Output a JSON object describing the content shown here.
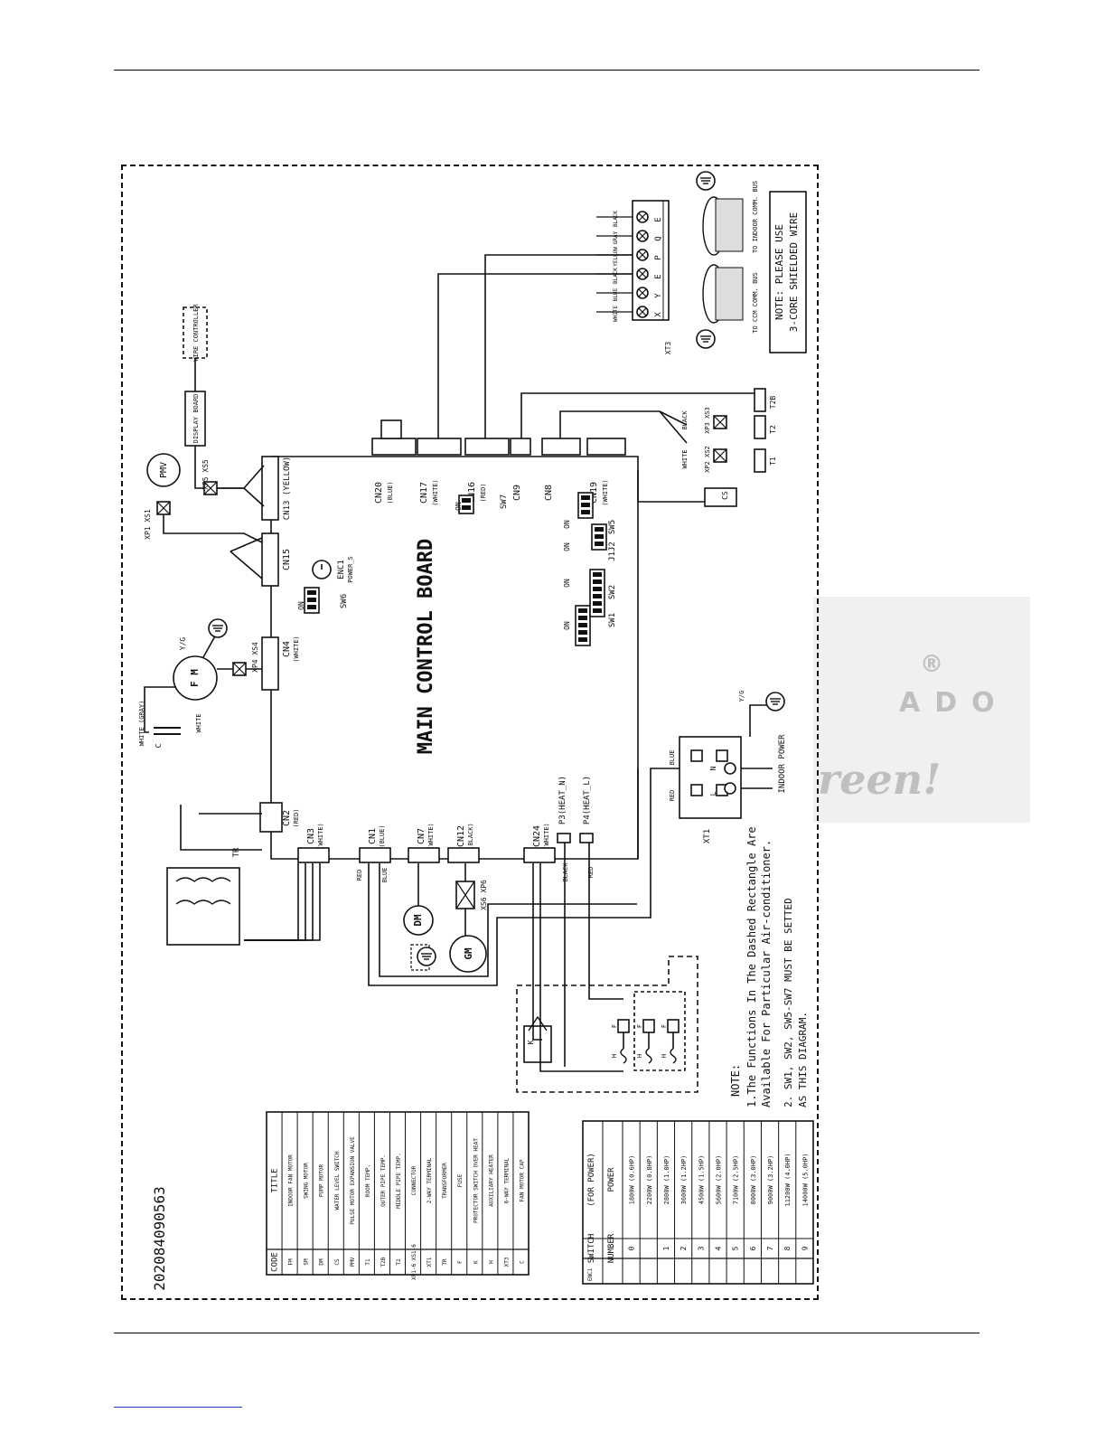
{
  "drawing_number": "20208409056​3",
  "board": {
    "title": "MAIN CONTROL BOARD",
    "connectors": [
      {
        "id": "CN20",
        "color": "(BLUE)"
      },
      {
        "id": "CN17",
        "color": "(WHITE)"
      },
      {
        "id": "CN16",
        "color": "(RED)"
      },
      {
        "id": "CN9",
        "color": ""
      },
      {
        "id": "CN8",
        "color": ""
      },
      {
        "id": "CN19",
        "color": "(WHITE)"
      },
      {
        "id": "CN13",
        "color": "(YELLOW)"
      },
      {
        "id": "CN15",
        "color": ""
      },
      {
        "id": "CN4",
        "color": "(WHITE)"
      },
      {
        "id": "CN2",
        "color": "(RED)"
      },
      {
        "id": "CN3",
        "color": "(WHITE)"
      },
      {
        "id": "CN1",
        "color": "(BLUE)"
      },
      {
        "id": "CN7",
        "color": "(WHITE)"
      },
      {
        "id": "CN12",
        "color": "(BLACK)"
      },
      {
        "id": "CN24",
        "color": "(WHITE)"
      },
      {
        "id": "P3",
        "color": "(HEAT_N)"
      },
      {
        "id": "P4",
        "color": "(HEAT_L)"
      }
    ],
    "switches": [
      "SW1",
      "SW2",
      "J1J2",
      "SW5",
      "SW6",
      "SW7",
      "ENC1"
    ],
    "enc1_sub": "POWER_S",
    "on_label": "ON"
  },
  "components": {
    "pmv": "PMV",
    "xp1_xs1": "XP1  XS1",
    "xp5_xs5": "XP5  XS5",
    "display_board": "DISPLAY BOARD",
    "wire_controller": "WIRE CONTROLLER",
    "fan_motor": "F M",
    "xp4_xs4": "XP4  XS4",
    "fm_yg": "Y/G",
    "white_gray": "WHITE (GRAY)",
    "white": "WHITE",
    "cap": "C",
    "transformer": "TR",
    "dm": "DM",
    "gm": "GM",
    "xs6_xp6": "XS6  XP6",
    "red": "RED",
    "blue": "BLUE",
    "black": "BLACK",
    "cs": "CS",
    "t1": "T1",
    "t2": "T2",
    "t2b": "T2B",
    "xp2_xs2": "XP2  XS2",
    "xp3_xs3": "XP3  XS3",
    "xt1": "XT1",
    "indoor_power": "INDOOR POWER",
    "xt3": "XT3",
    "xt3_top": [
      "X",
      "Y",
      "E",
      "P",
      "Q",
      "E"
    ],
    "xt3_wires": [
      "WHITE",
      "BLUE",
      "BLACK",
      "YELLOW",
      "GRAY",
      "BLACK"
    ],
    "to_ccm": "TO CCM COMM. BUS",
    "to_indoor": "TO INDOOR COMM. BUS",
    "note_shield": [
      "NOTE: PLEASE USE",
      "3-CORE SHIELDED WIRE"
    ],
    "heater_k": "K",
    "heater_h": "H",
    "heater_f": "F",
    "ln": [
      "L",
      "N"
    ]
  },
  "notes": {
    "head": "NOTE:",
    "lines": [
      "1.The Functions In The Dashed Rectangle Are",
      "Available For Particular Air-conditioner.",
      "2. SW1, SW2, SW5-SW7 MUST BE SETTED",
      "AS THIS DIAGRAM."
    ]
  },
  "legend": {
    "header": [
      "CODE",
      "TITLE"
    ],
    "rows": [
      [
        "FM",
        "INDOOR FAN MOTOR"
      ],
      [
        "SM",
        "SWING MOTOR"
      ],
      [
        "DM",
        "PUMP MOTOR"
      ],
      [
        "CS",
        "WATER LEVEL SWITCH"
      ],
      [
        "PMV",
        "PULSE MOTOR EXPANSION VALVE"
      ],
      [
        "T1",
        "ROOM TEMP."
      ],
      [
        "T2B",
        "OUTER PIPE TEMP."
      ],
      [
        "T2",
        "MIDDLE PIPE TEMP."
      ],
      [
        "XP1-6 XS1-6",
        "CONNECTOR"
      ],
      [
        "XT1",
        "2-WAY TERMINAL"
      ],
      [
        "TR",
        "TRANSFORMER"
      ],
      [
        "F",
        "FUSE"
      ],
      [
        "K",
        "PROTECTOR SWITCH OVER HEAT"
      ],
      [
        "H",
        "AUXILIARY HEATER"
      ],
      [
        "XT3",
        "6-WAY TERMINAL"
      ],
      [
        "C",
        "FAN MOTOR CAP"
      ]
    ]
  },
  "power_table": {
    "enc": "ENC1",
    "header1": [
      "SWITCH",
      "(FOR POWER)"
    ],
    "header2": [
      "NUMBER",
      "POWER"
    ],
    "rows": [
      [
        "0",
        "1800W (0.6HP)"
      ],
      [
        "",
        "2200W (0.8HP)"
      ],
      [
        "1",
        "2800W (1.0HP)"
      ],
      [
        "2",
        "3600W (1.2HP)"
      ],
      [
        "3",
        "4500W (1.5HP)"
      ],
      [
        "4",
        "5600W (2.0HP)"
      ],
      [
        "5",
        "7100W (2.5HP)"
      ],
      [
        "6",
        "8000W (3.0HP)"
      ],
      [
        "7",
        "9000W (3.2HP)"
      ],
      [
        "8",
        "11200W (4.0HP)"
      ],
      [
        "9",
        "14000W (5.0HP)"
      ]
    ]
  },
  "watermark": {
    "letters": "ADO",
    "script": "reen!",
    "reg": "®"
  }
}
